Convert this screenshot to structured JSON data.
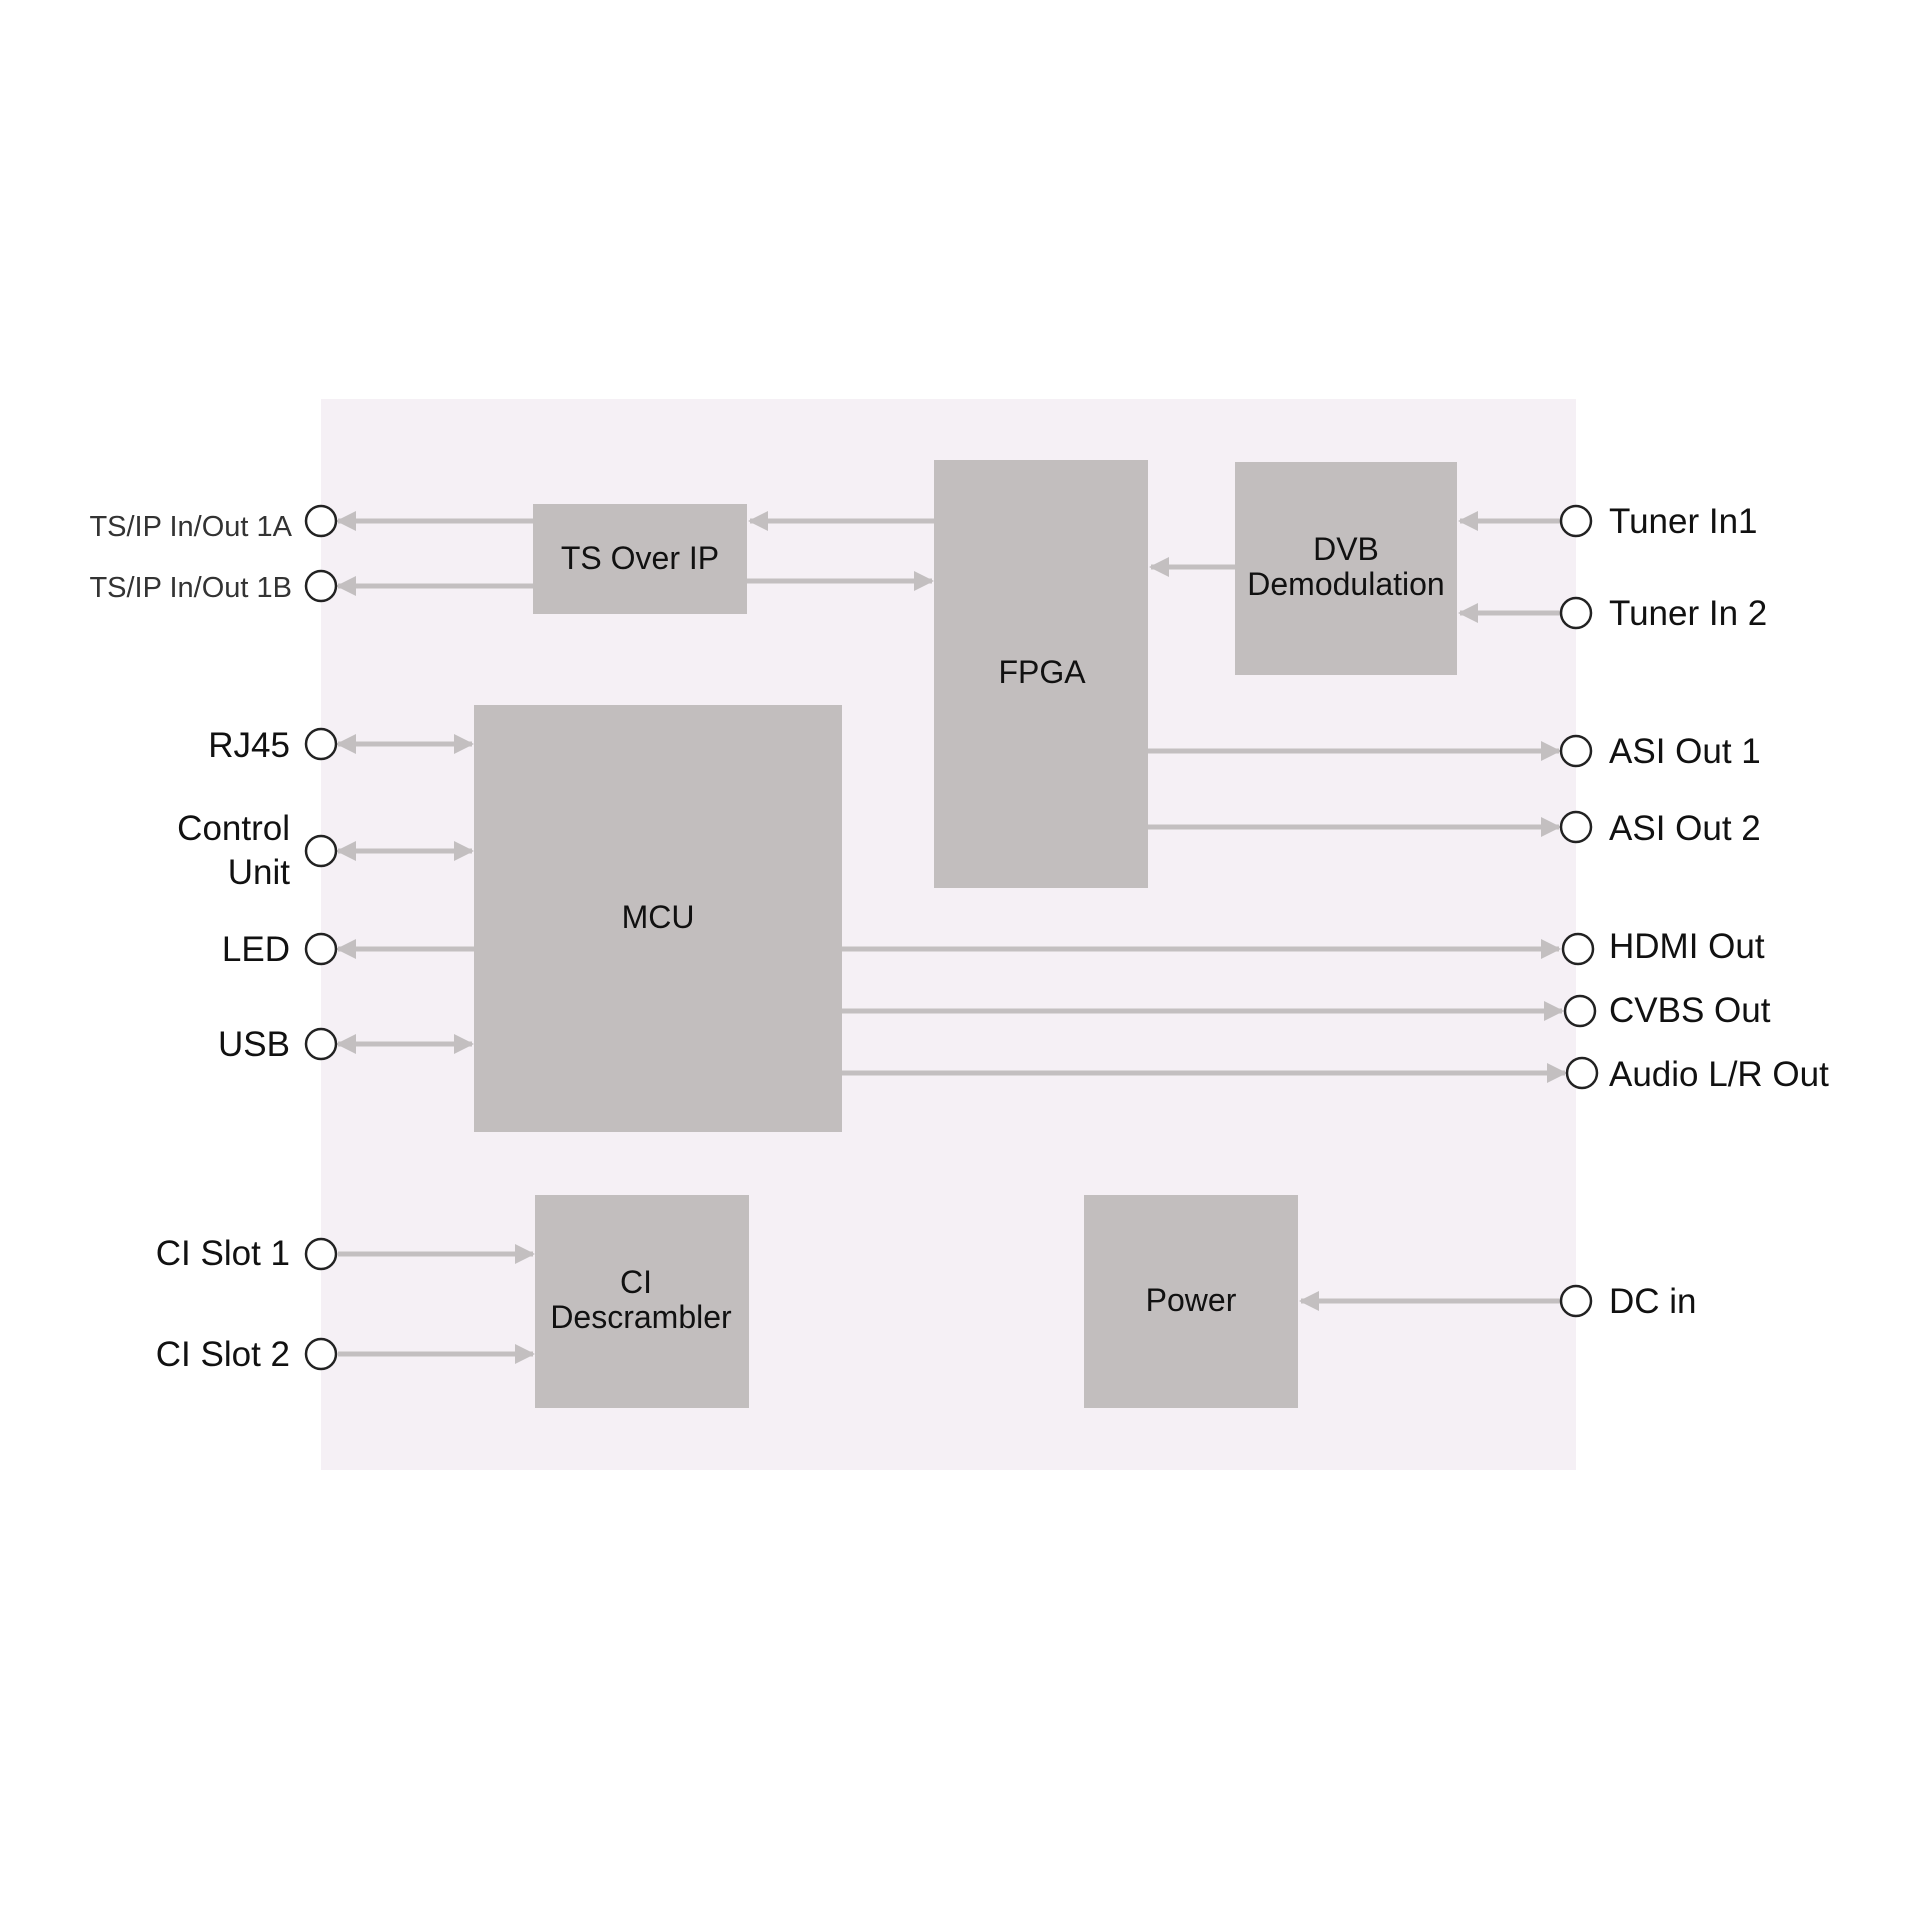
{
  "blocks": {
    "ts_over_ip": "TS Over IP",
    "fpga": "FPGA",
    "dvb_line1": "DVB",
    "dvb_line2": "Demodulation",
    "mcu": "MCU",
    "ci_line1": "CI",
    "ci_line2": "Descrambler",
    "power": "Power"
  },
  "ports_left": {
    "ts_ip_1a": "TS/IP In/Out 1A",
    "ts_ip_1b": "TS/IP In/Out 1B",
    "rj45": "RJ45",
    "control_line1": "Control",
    "control_line2": "Unit",
    "led": "LED",
    "usb": "USB",
    "ci_slot_1": "CI Slot 1",
    "ci_slot_2": "CI Slot 2"
  },
  "ports_right": {
    "tuner_in_1": "Tuner In1",
    "tuner_in_2": "Tuner In 2",
    "asi_out_1": "ASI Out 1",
    "asi_out_2": "ASI Out 2",
    "hdmi_out": "HDMI Out",
    "cvbs_out": "CVBS Out",
    "audio_out": "Audio L/R Out",
    "dc_in": "DC in"
  },
  "colors": {
    "panel": "#f5f0f5",
    "block": "#c2bebe",
    "connector": "#c3bfc0"
  }
}
